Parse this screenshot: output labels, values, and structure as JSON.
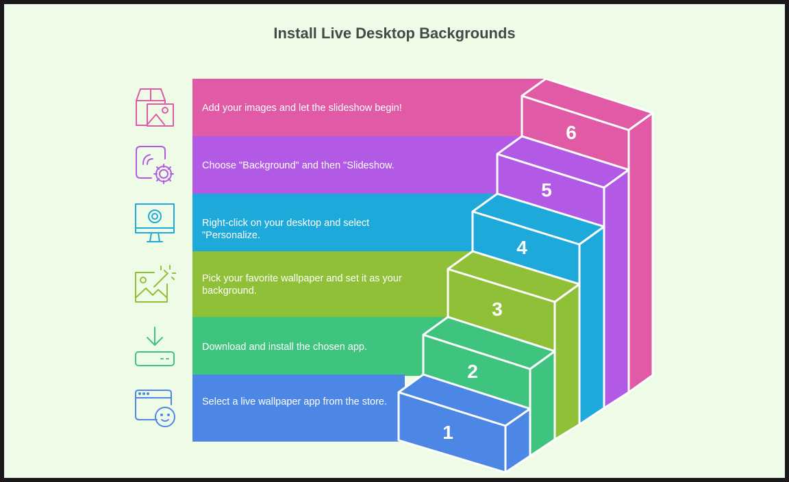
{
  "title": "Install Live Desktop Backgrounds",
  "steps": [
    {
      "number": "1",
      "text": "Select a live wallpaper app from the store.",
      "color": "#4d87e5",
      "icon": "app-window-face-icon"
    },
    {
      "number": "2",
      "text": "Download and install the chosen app.",
      "color": "#3ec47e",
      "icon": "download-icon"
    },
    {
      "number": "3",
      "text": "Pick your favorite wallpaper and set it as your background.",
      "color": "#90bf38",
      "icon": "image-magic-icon"
    },
    {
      "number": "4",
      "text": "Right-click on your desktop and select \"Personalize.",
      "color": "#1daadb",
      "icon": "monitor-gear-icon"
    },
    {
      "number": "5",
      "text": "Choose \"Background\" and then \"Slideshow.",
      "color": "#b25ae6",
      "icon": "settings-gear-icon"
    },
    {
      "number": "6",
      "text": "Add your images and let the slideshow begin!",
      "color": "#e05aa6",
      "icon": "box-image-icon"
    }
  ]
}
